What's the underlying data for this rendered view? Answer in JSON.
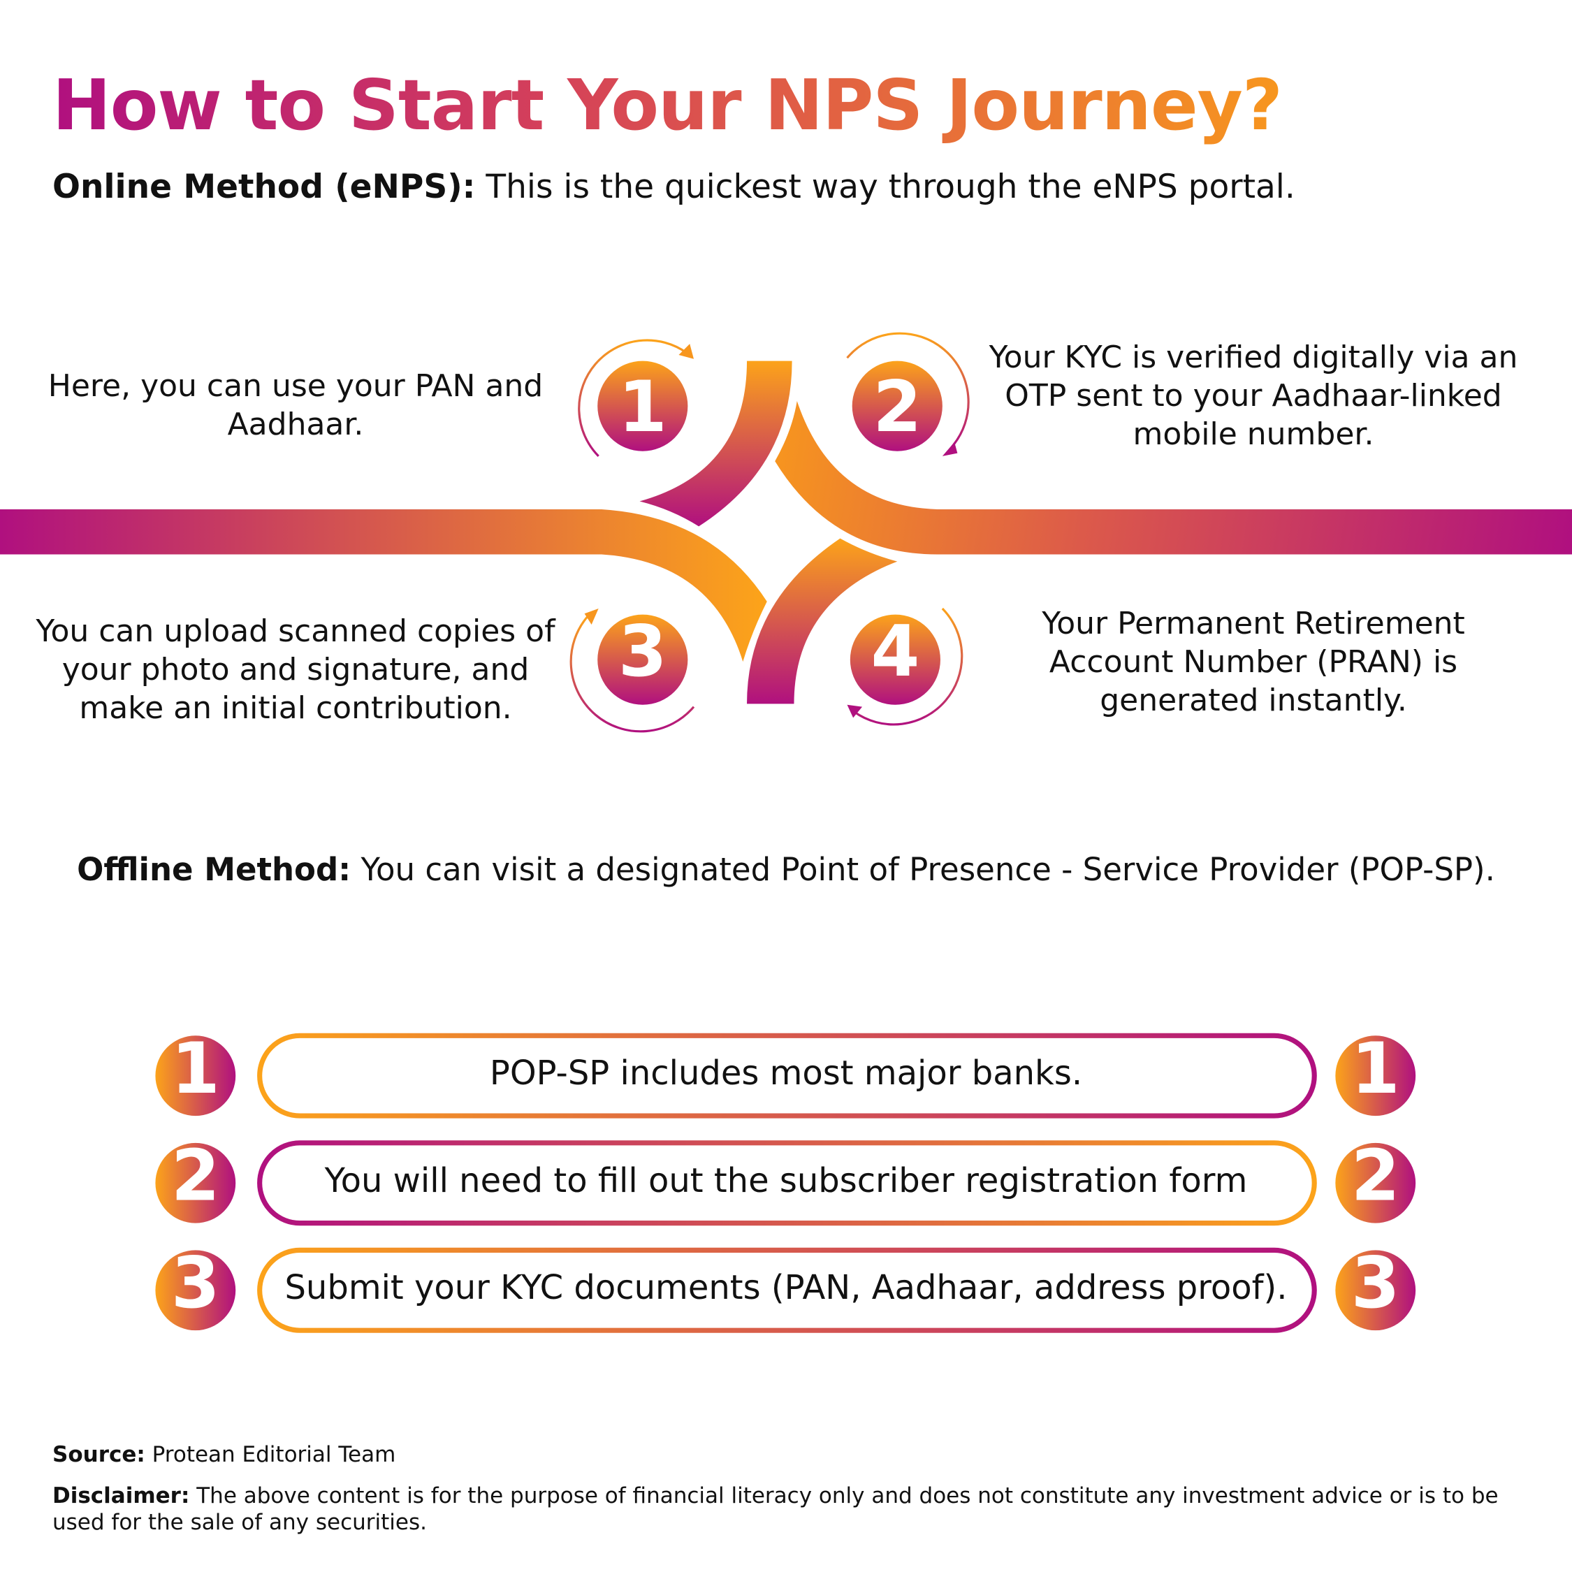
{
  "title": "How to Start Your NPS Journey?",
  "online": {
    "label": "Online Method (eNPS):",
    "text": " This is the quickest way through the eNPS portal."
  },
  "steps": [
    {
      "number": "1",
      "text": "Here, you can use your PAN and Aadhaar."
    },
    {
      "number": "2",
      "text": "Your KYC is verified digitally via an OTP sent to your Aadhaar-linked mobile number."
    },
    {
      "number": "3",
      "text": "You can upload scanned copies of your photo and signature, and make an initial contribution."
    },
    {
      "number": "4",
      "text": "Your Permanent Retirement Account Number (PRAN) is generated instantly."
    }
  ],
  "offline": {
    "label": "Offline Method:",
    "text": " You can visit a designated Point of Presence - Service Provider (POP-SP)."
  },
  "offline_steps": [
    {
      "number": "1",
      "text": "POP-SP includes most major banks."
    },
    {
      "number": "2",
      "text": "You will need to fill out the subscriber registration form"
    },
    {
      "number": "3",
      "text": "Submit your KYC documents (PAN, Aadhaar, address proof)."
    }
  ],
  "source": {
    "label": "Source:",
    "text": " Protean Editorial Team"
  },
  "disclaimer": {
    "label": "Disclaimer:",
    "text": " The above content is for the purpose of financial literacy only and does not constitute any investment advice or is to be used for the sale of any securities."
  },
  "colors": {
    "orange": "#fca31a",
    "magenta": "#b0107f"
  }
}
